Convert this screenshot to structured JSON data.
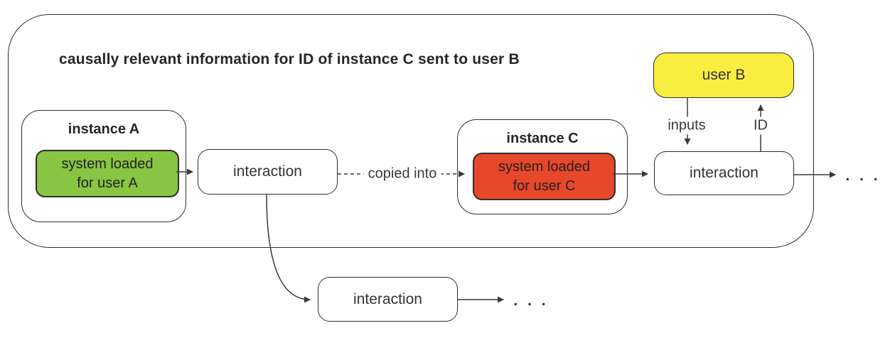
{
  "title": "causally relevant information for ID of instance C sent to user B",
  "colors": {
    "green": "#87C543",
    "red": "#E8482A",
    "yellow": "#F9ED40",
    "outline": "#2b2b2b",
    "wire": "#3a3a3a"
  },
  "nodes": {
    "instance_a": {
      "title": "instance A",
      "system": "system loaded for user A"
    },
    "instance_c": {
      "title": "instance C",
      "system": "system loaded for user C"
    },
    "user_b": {
      "label": "user B"
    },
    "interaction_1": {
      "label": "interaction"
    },
    "interaction_2": {
      "label": "interaction"
    },
    "interaction_3": {
      "label": "interaction"
    }
  },
  "edges": {
    "copied_into_label": "copied into",
    "inputs_label": "inputs",
    "id_label": "ID",
    "ellipsis_right": ". . .",
    "ellipsis_bottom": ". . ."
  }
}
